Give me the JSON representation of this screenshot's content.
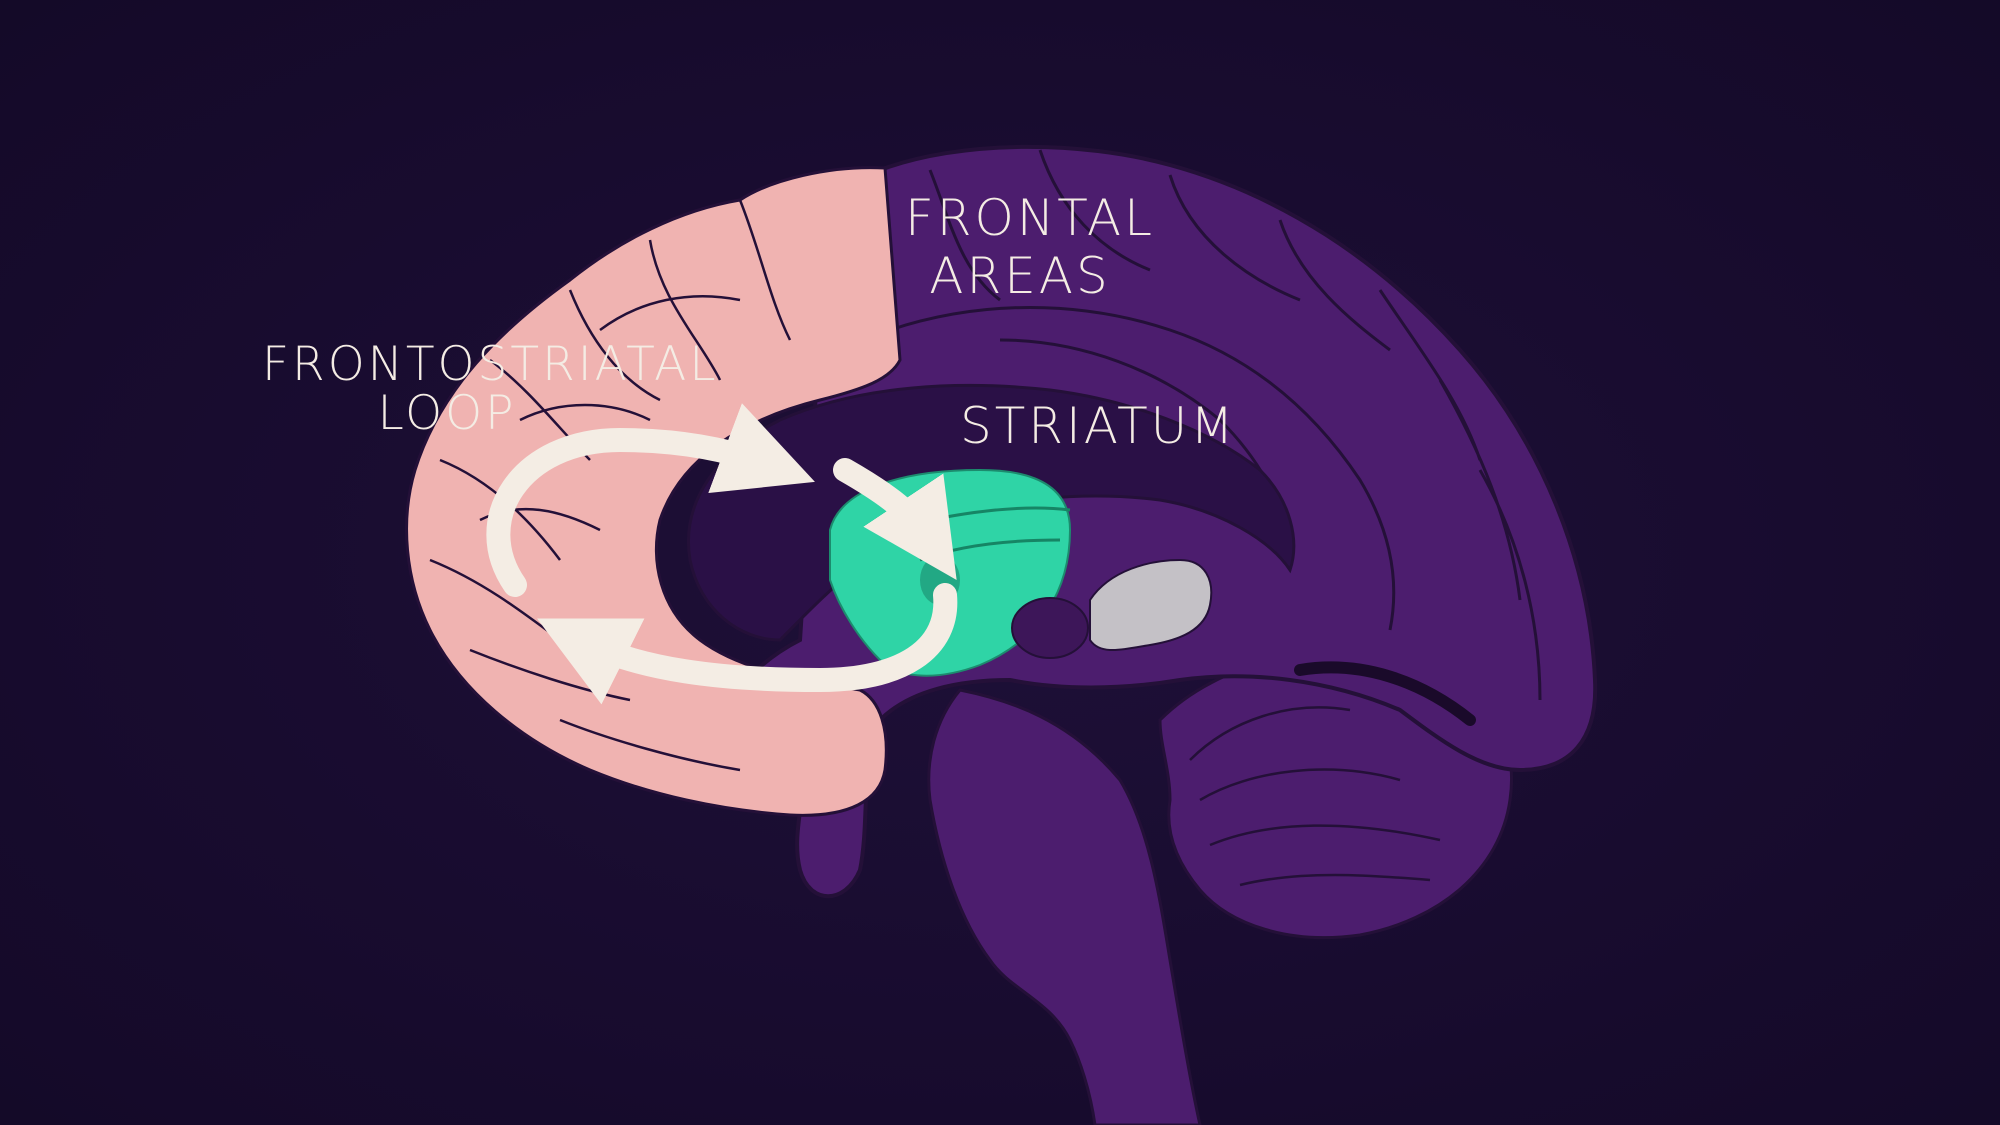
{
  "labels": {
    "frontostriatal_loop": [
      "FRONTOSTRIATAL",
      "LOOP"
    ],
    "frontal_areas": [
      "FRONTAL",
      "AREAS"
    ],
    "striatum": "STRIATUM"
  },
  "colors": {
    "background": "#180c30",
    "brain": "#4c1d6e",
    "brain_outline": "#241038",
    "frontal": "#f0b3b1",
    "striatum": "#2fd4a6",
    "ventricle": "#c4c1c6",
    "arrow": "#f4ede4",
    "text": "#f4ece4"
  }
}
